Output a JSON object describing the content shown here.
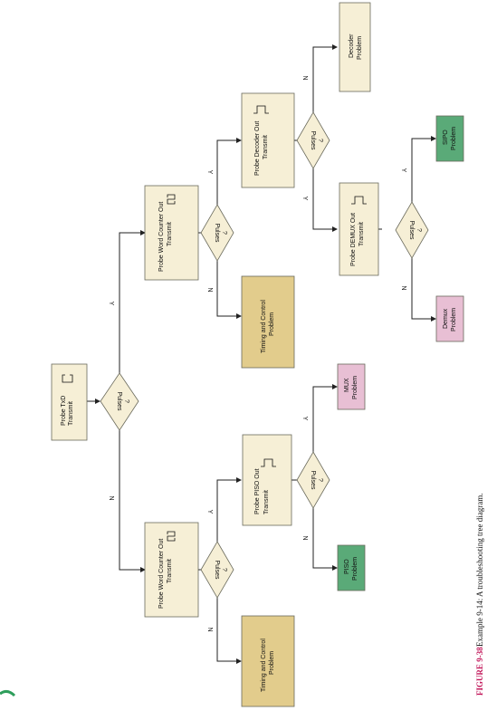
{
  "colors": {
    "process_fill": "#f6efd6",
    "timing_fill": "#e2cc8c",
    "mux_fill": "#e8bfd4",
    "piso_fill": "#5aaa78",
    "decision_fill": "#f6efd6",
    "caption_accent": "#c2185b"
  },
  "labels": {
    "yes": "Y",
    "no": "N",
    "pulses": "Pulses",
    "q": "?"
  },
  "nodes": {
    "probe_txd": [
      "Probe TxD",
      "Transmit"
    ],
    "pwc_top": [
      "Probe Word Counter Out",
      "Transmit"
    ],
    "pwc_bottom": [
      "Probe Word Counter Out",
      "Transmit"
    ],
    "decoder_out": [
      "Probe Decoder Out",
      "Transmit"
    ],
    "demux_out": [
      "Probe DEMUX Out",
      "Transmit"
    ],
    "piso_out": [
      "Probe PISO Out",
      "Transmit"
    ],
    "timing_top": [
      "Timing and Control",
      "Problem"
    ],
    "timing_bottom": [
      "Timing and Control",
      "Problem"
    ],
    "decoder_problem": [
      "Decoder",
      "Problem"
    ],
    "sipo_problem": [
      "SIPO",
      "Problem"
    ],
    "demux_problem": [
      "Demux",
      "Problem"
    ],
    "mux_problem": [
      "MUX",
      "Problem"
    ],
    "piso_problem": [
      "PISO",
      "Problem"
    ]
  },
  "caption": {
    "figure": "FIGURE 9-38",
    "text": "Example 9-14: A troubleshooting tree diagram."
  }
}
